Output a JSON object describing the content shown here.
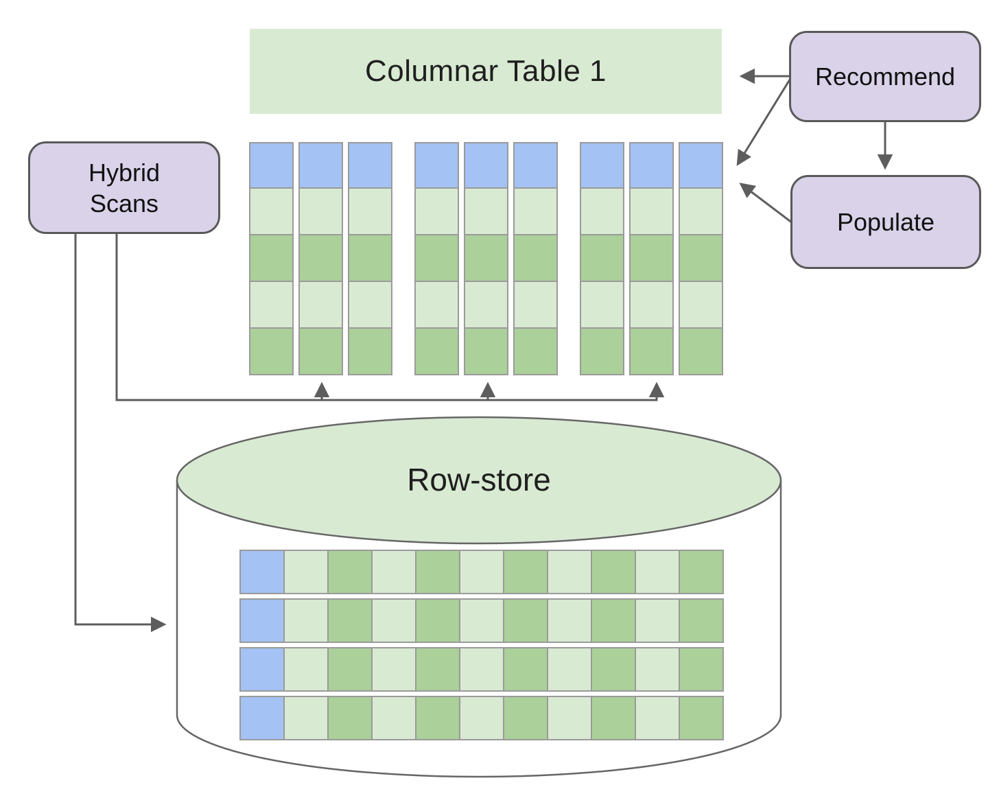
{
  "diagram": {
    "columnar_table": {
      "title": "Columnar Table 1"
    },
    "row_store": {
      "title": "Row-store"
    },
    "hybrid_scans": {
      "label": "Hybrid Scans"
    },
    "recommend": {
      "label": "Recommend"
    },
    "populate": {
      "label": "Populate"
    }
  },
  "columnar_layout": {
    "groups": 3,
    "columns_per_group": 3,
    "cell_pattern": [
      "header",
      "light",
      "dark",
      "light",
      "dark"
    ]
  },
  "row_layout": {
    "rows": 4,
    "cell_pattern": [
      "header",
      "light",
      "dark",
      "light",
      "dark",
      "light",
      "dark",
      "light",
      "dark",
      "light",
      "dark"
    ]
  },
  "arrows": [
    {
      "from": "recommend",
      "to": "columnar-table-banner"
    },
    {
      "from": "recommend",
      "to": "columnar-columns"
    },
    {
      "from": "recommend",
      "to": "populate"
    },
    {
      "from": "populate",
      "to": "columnar-columns"
    },
    {
      "from": "hybrid-scans",
      "to": "row-store"
    },
    {
      "from": "hybrid-scans",
      "to": "columnar-columns",
      "branches": 3
    }
  ],
  "colors": {
    "blue": "#a4c2f4",
    "light_green": "#d9ead3",
    "dark_green": "#abd09a",
    "lavender": "#d9d2e9",
    "cell_border": "#9a9a9a",
    "box_border": "#595959",
    "arrow": "#5d5d5d",
    "cylinder_stroke": "#666666"
  }
}
